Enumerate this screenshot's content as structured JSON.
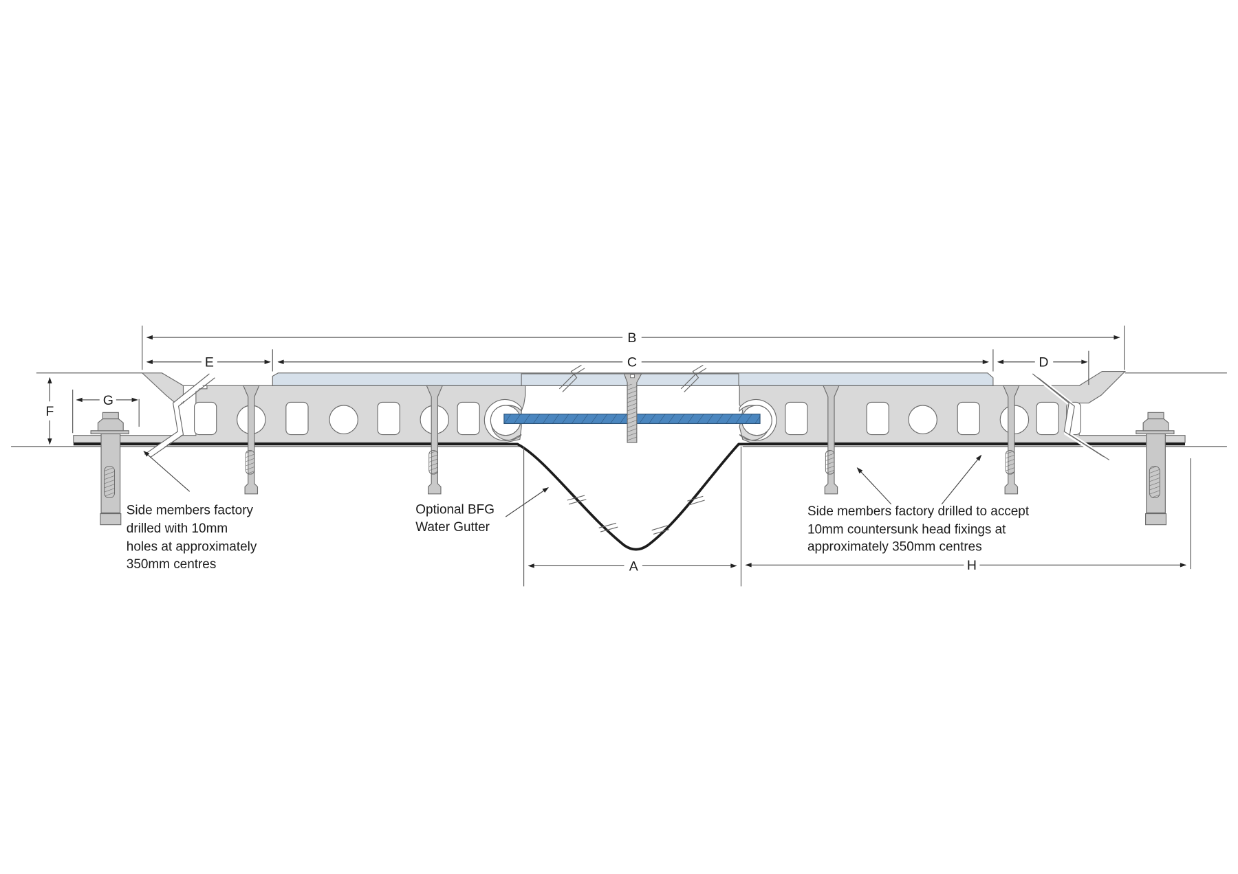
{
  "diagram": {
    "title": "Expansion joint cross-section",
    "dimensions": {
      "A": "A",
      "B": "B",
      "C": "C",
      "D": "D",
      "E": "E",
      "F": "F",
      "G": "G",
      "H": "H"
    },
    "notes": {
      "left_side_members": [
        "Side members factory",
        "drilled with 10mm",
        "holes at approximately",
        "350mm centres"
      ],
      "water_gutter": [
        "Optional BFG",
        "Water Gutter"
      ],
      "right_side_members": [
        "Side members factory drilled to accept",
        "10mm countersunk head fixings at",
        "approximately 350mm centres"
      ]
    },
    "colors": {
      "cover_plate": "#d6e0ea",
      "centre_plate": "#4a86bf",
      "side_member": "#d9d9d9",
      "membrane": "#1c1c1c"
    }
  }
}
